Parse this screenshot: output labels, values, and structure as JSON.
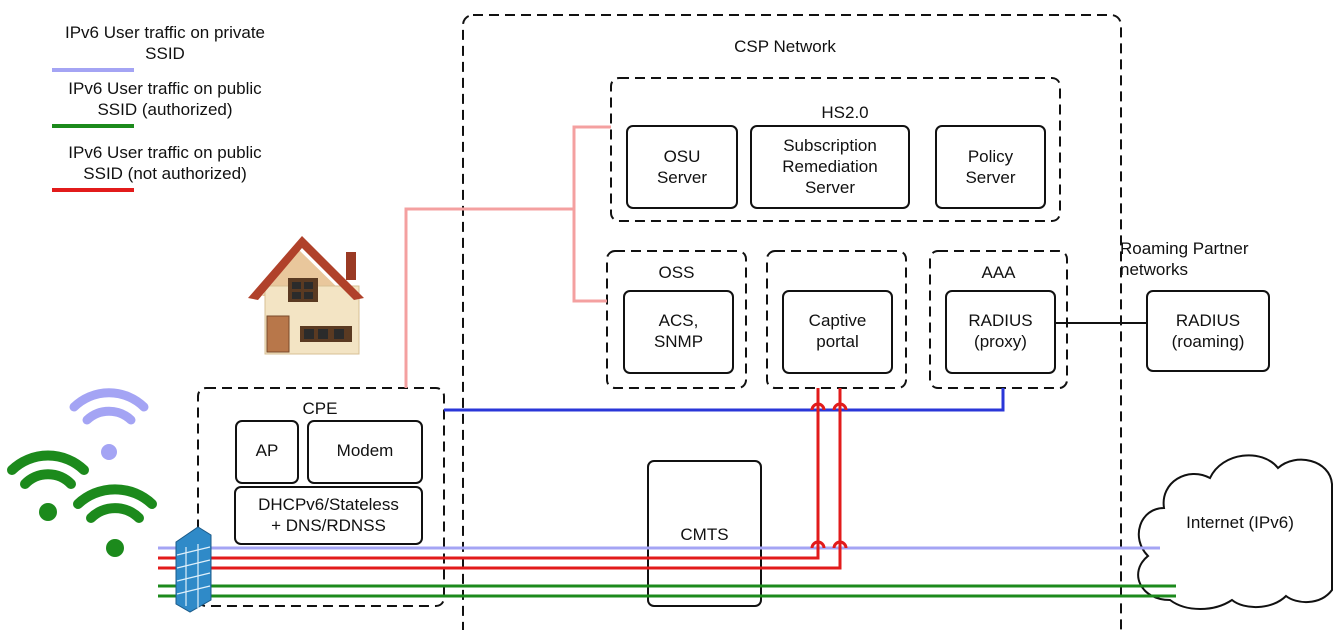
{
  "legend": [
    {
      "text": "IPv6 User traffic on private\nSSID",
      "color": "#a4a4f4"
    },
    {
      "text": "IPv6 User traffic on public\nSSID (authorized)",
      "color": "#1c8a1c"
    },
    {
      "text": "IPv6 User traffic on public\nSSID (not authorized)",
      "color": "#e21b1b"
    }
  ],
  "csp": {
    "title": "CSP Network"
  },
  "hs20": {
    "title": "HS2.0",
    "osu": "OSU\nServer",
    "subscription": "Subscription\nRemediation\nServer",
    "policy": "Policy\nServer"
  },
  "oss": {
    "title": "OSS",
    "acs": "ACS,\nSNMP"
  },
  "captive": {
    "label": "Captive\nportal"
  },
  "aaa": {
    "title": "AAA",
    "radius": "RADIUS\n(proxy)"
  },
  "roaming": {
    "title": "Roaming Partner\nnetworks",
    "radius": "RADIUS\n(roaming)"
  },
  "cpe": {
    "title": "CPE",
    "ap": "AP",
    "modem": "Modem",
    "dhcp": "DHCPv6/Stateless\n+ DNS/RDNSS"
  },
  "cmts": {
    "label": "CMTS"
  },
  "internet": {
    "label": "Internet (IPv6)"
  },
  "colors": {
    "private": "#a4a4f4",
    "authorized": "#1c8a1c",
    "not_authorized": "#e21b1b",
    "mgmt": "#f4a0a0",
    "aaa_link": "#2a36d8",
    "house_roof": "#b0412a",
    "house_wall": "#f3e4c4",
    "firewall": "#2f8ac8"
  }
}
